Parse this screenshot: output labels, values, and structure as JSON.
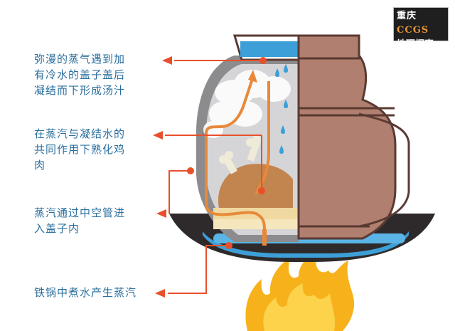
{
  "annotations": [
    {
      "id": "condense",
      "lines": [
        "弥漫的蒸气遇到加",
        "有冷水的盖子盖后",
        "凝结而下形成汤汁"
      ]
    },
    {
      "id": "cook",
      "lines": [
        "在蒸汽与凝结水的",
        "共同作用下熟化鸡",
        "肉"
      ]
    },
    {
      "id": "pipe",
      "lines": [
        "蒸汽通过中空管进",
        "入盖子内"
      ]
    },
    {
      "id": "boil",
      "lines": [
        "铁锅中煮水产生蒸汽"
      ]
    }
  ],
  "logo": {
    "line1_a": "重庆",
    "line1_b": "CCGS",
    "line2": "地理探索"
  },
  "colors": {
    "label": "#2b6f9e",
    "arrow": "#e8502b",
    "flow": "#e8893a",
    "pot": "#b07f70",
    "water": "#3d9fd8",
    "fire": "#f7b21b"
  }
}
